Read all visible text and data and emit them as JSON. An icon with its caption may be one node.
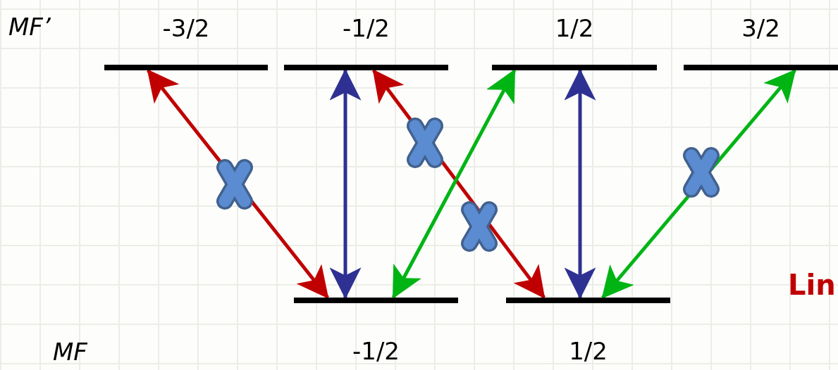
{
  "diagram": {
    "nodes": [
      {
        "text": [
          "-3/2"
        ]
      },
      {
        "text": [
          "-1/2"
        ]
      },
      {
        "text": [
          "1/2"
        ]
      },
      {
        "text": [
          "3/2"
        ]
      },
      {
        "text": [
          "-1/2"
        ]
      },
      {
        "text": [
          "1/2"
        ]
      }
    ],
    "edges": [
      {
        "from": 0,
        "to": 4,
        "arrow": "both",
        "color": "#c00000"
      },
      {
        "from": 1,
        "to": 4,
        "arrow": "both",
        "color": "#2e3192"
      },
      {
        "from": 1,
        "to": 5,
        "arrow": "both",
        "color": "#c00000"
      },
      {
        "from": 2,
        "to": 4,
        "arrow": "both",
        "color": "#00b414"
      },
      {
        "from": 2,
        "to": 5,
        "arrow": "both",
        "color": "#2e3192"
      },
      {
        "from": 3,
        "to": 5,
        "arrow": "both",
        "color": "#00b414"
      }
    ],
    "labels": [
      "MF’",
      "MF",
      "Lin"
    ]
  }
}
